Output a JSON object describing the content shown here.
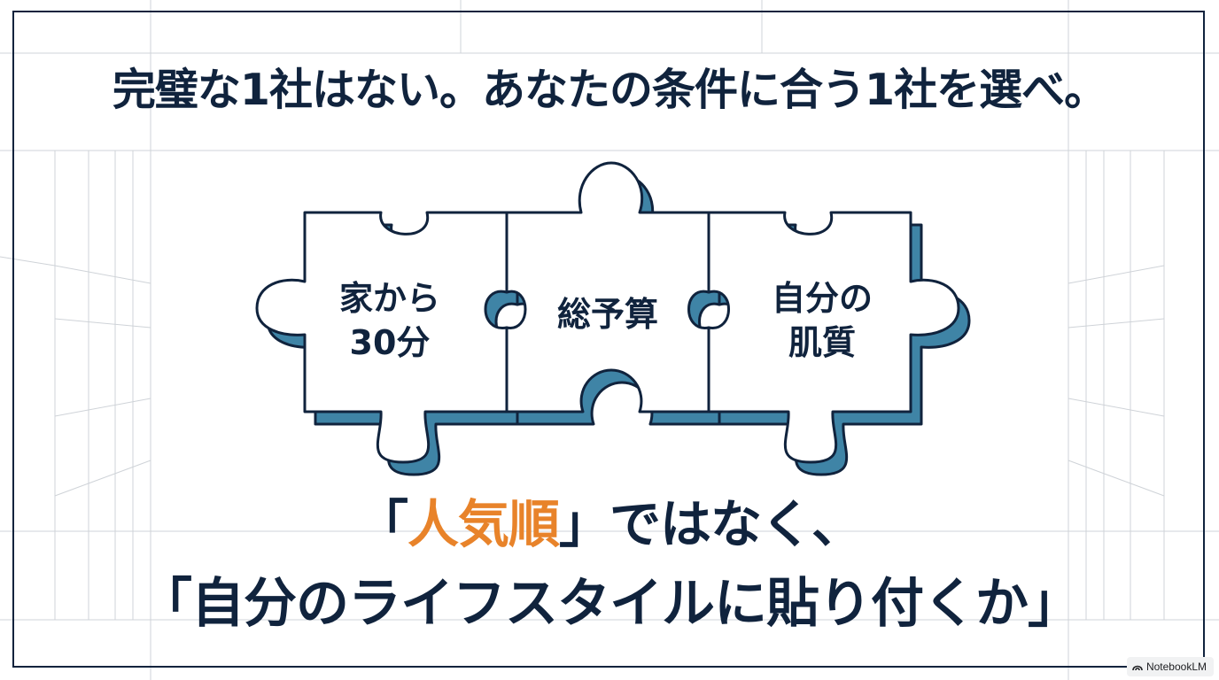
{
  "headline": "完璧な1社はない。あなたの条件に合う1社を選べ。",
  "pieces": {
    "left": [
      "家から",
      "30分"
    ],
    "middle": "総予算",
    "right": [
      "自分の",
      "肌質"
    ]
  },
  "bottom": {
    "line1_open": "「",
    "line1_accent": "人気順",
    "line1_rest": "」ではなく、",
    "line2": "「自分のライフスタイルに貼り付くか」"
  },
  "badge": {
    "label": "NotebookLM",
    "icon": "notebooklm-icon"
  },
  "colors": {
    "navy": "#10233d",
    "teal": "#3f84a6",
    "accent": "#e8832a",
    "grid": "#cfd3d8"
  }
}
